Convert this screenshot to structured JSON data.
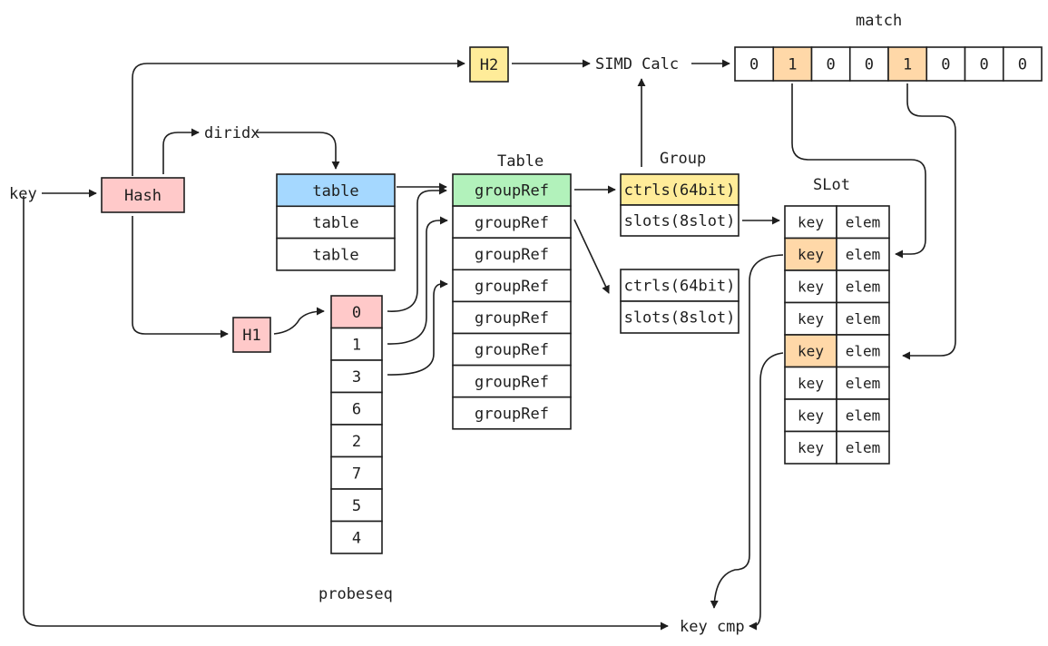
{
  "labels": {
    "key": "key",
    "diridx": "diridx",
    "simd": "SIMD Calc",
    "match": "match",
    "table_title": "Table",
    "group_title": "Group",
    "slot_title": "SLot",
    "probeseq": "probeseq",
    "keycmp": "key cmp"
  },
  "hash": {
    "label": "Hash"
  },
  "h1": {
    "label": "H1"
  },
  "h2": {
    "label": "H2"
  },
  "dir_tables": [
    "table",
    "table",
    "table"
  ],
  "probe_seq": [
    "0",
    "1",
    "3",
    "6",
    "2",
    "7",
    "5",
    "4"
  ],
  "group_refs": [
    "groupRef",
    "groupRef",
    "groupRef",
    "groupRef",
    "groupRef",
    "groupRef",
    "groupRef",
    "groupRef"
  ],
  "group1": [
    "ctrls(64bit)",
    "slots(8slot)"
  ],
  "group2": [
    "ctrls(64bit)",
    "slots(8slot)"
  ],
  "match_bits": [
    "0",
    "1",
    "0",
    "0",
    "1",
    "0",
    "0",
    "0"
  ],
  "slot_rows": [
    [
      "key",
      "elem"
    ],
    [
      "key",
      "elem"
    ],
    [
      "key",
      "elem"
    ],
    [
      "key",
      "elem"
    ],
    [
      "key",
      "elem"
    ],
    [
      "key",
      "elem"
    ],
    [
      "key",
      "elem"
    ],
    [
      "key",
      "elem"
    ]
  ],
  "colors": {
    "pink": "#ffc9c9",
    "yellow": "#ffec99",
    "blue": "#a5d8ff",
    "green": "#b2f2bb",
    "orange": "#ffd8a8",
    "stroke": "#1e1e1e"
  },
  "highlights": {
    "match_bits": [
      1,
      4
    ],
    "slot_keys": [
      1,
      4
    ],
    "dir_tables": [
      0
    ],
    "group_refs": [
      0
    ],
    "probe_seq": [
      0
    ]
  }
}
